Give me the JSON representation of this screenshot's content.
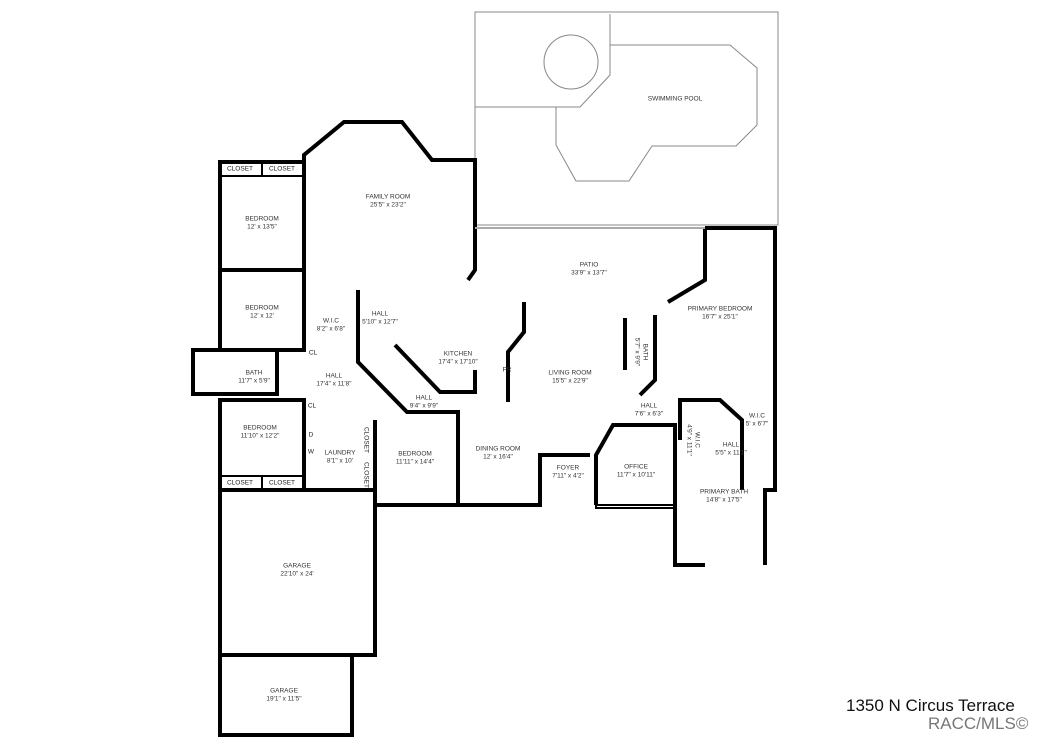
{
  "address": "1350 N Circus Terrace",
  "watermark": "RACC/MLS©",
  "rooms": {
    "swimming_pool": {
      "name": "SWIMMING POOL",
      "dims": ""
    },
    "family_room": {
      "name": "FAMILY ROOM",
      "dims": "25'5\" x 23'2\""
    },
    "patio": {
      "name": "PATIO",
      "dims": "33'9\" x 13'7\""
    },
    "bedroom1": {
      "name": "BEDROOM",
      "dims": "12' x 13'5\""
    },
    "bedroom2": {
      "name": "BEDROOM",
      "dims": "12' x 12'"
    },
    "wic1": {
      "name": "W.I.C",
      "dims": "8'2\" x 6'8\""
    },
    "hall1": {
      "name": "HALL",
      "dims": "5'10\" x 12'7\""
    },
    "kitchen": {
      "name": "KITCHEN",
      "dims": "17'4\" x 17'10\""
    },
    "bath1": {
      "name": "BATH",
      "dims": "11'7\" x 5'9\""
    },
    "hall2": {
      "name": "HALL",
      "dims": "17'4\" x 11'8\""
    },
    "hall3": {
      "name": "HALL",
      "dims": "9'4\" x 9'9\""
    },
    "bedroom3": {
      "name": "BEDROOM",
      "dims": "11'10\" x 12'2\""
    },
    "laundry": {
      "name": "LAUNDRY",
      "dims": "8'1\" x 10'"
    },
    "bedroom4": {
      "name": "BEDROOM",
      "dims": "11'11\" x 14'4\""
    },
    "dining_room": {
      "name": "DINING ROOM",
      "dims": "12' x 16'4\""
    },
    "foyer": {
      "name": "FOYER",
      "dims": "7'11\" x 4'2\""
    },
    "living_room": {
      "name": "LIVING ROOM",
      "dims": "15'5\" x 22'9\""
    },
    "bath2": {
      "name": "BATH",
      "dims": "5'7\" x 9'9\""
    },
    "hall4": {
      "name": "HALL",
      "dims": "7'6\" x 6'3\""
    },
    "office": {
      "name": "OFFICE",
      "dims": "11'7\" x 10'11\""
    },
    "primary_bedroom": {
      "name": "PRIMARY BEDROOM",
      "dims": "16'7\" x 25'1\""
    },
    "wic2": {
      "name": "W.I.C",
      "dims": "4'9\" x 11'1\""
    },
    "hall5": {
      "name": "HALL",
      "dims": "5'5\" x 11'1\""
    },
    "wic3": {
      "name": "W.I.C",
      "dims": "5' x 6'7\""
    },
    "primary_bath": {
      "name": "PRIMARY BATH",
      "dims": "14'8\" x 17'5\""
    },
    "garage1": {
      "name": "GARAGE",
      "dims": "22'10\" x 24'"
    },
    "garage2": {
      "name": "GARAGE",
      "dims": "19'1\" x 11'5\""
    }
  },
  "fixtures": {
    "closet": "CLOSET",
    "cl": "CL",
    "dryer": "D",
    "washer": "W",
    "fridge": "FR"
  }
}
